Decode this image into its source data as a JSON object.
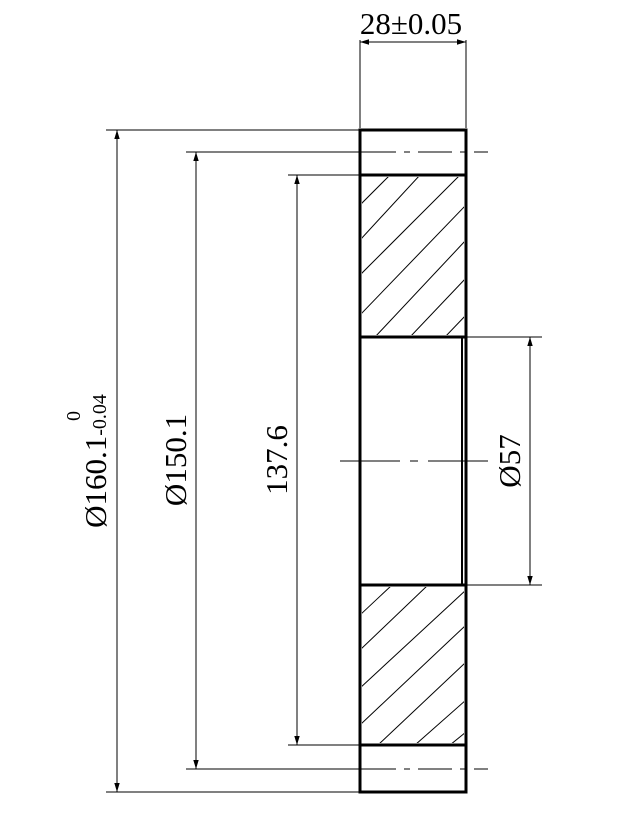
{
  "colors": {
    "line": "#000000",
    "background": "#ffffff"
  },
  "dimensions": {
    "thickness": "28±0.05",
    "outer_diameter_main": "Ø160.1",
    "outer_diameter_upper_tol": "0",
    "outer_diameter_lower_tol": "-0.04",
    "pitch_diameter": "Ø150.1",
    "inner_diameter": "137.6",
    "bore_diameter": "Ø57"
  }
}
